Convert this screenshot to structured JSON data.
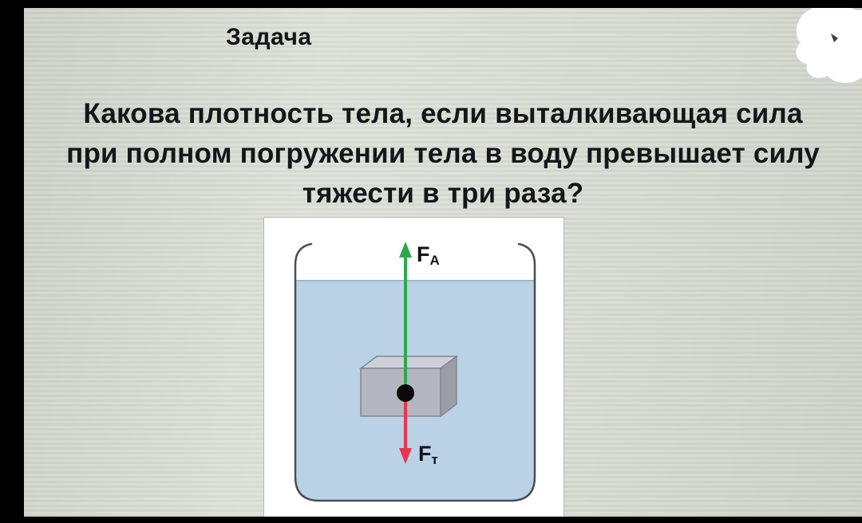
{
  "page": {
    "title": "Задача",
    "question_lines": [
      "Какова плотность тела, если выталкивающая сила",
      "при полном погружении тела в воду превышает силу",
      "тяжести в три раза?"
    ]
  },
  "diagram": {
    "forces": {
      "buoyant": {
        "symbol": "F",
        "subscript": "A"
      },
      "gravity": {
        "symbol": "F",
        "subscript": "т"
      }
    },
    "colors": {
      "water": "#b9d2e6",
      "water_surface": "#9cb9d2",
      "buoyant_arrow": "#2fa84d",
      "gravity_arrow": "#e83550",
      "box_front": "#b4b7c1",
      "box_top": "#cdd0d8",
      "box_side": "#9b9ea9",
      "box_outline": "#84878f",
      "beaker_line": "#4a4e54",
      "dot": "#0a0a0a"
    }
  }
}
